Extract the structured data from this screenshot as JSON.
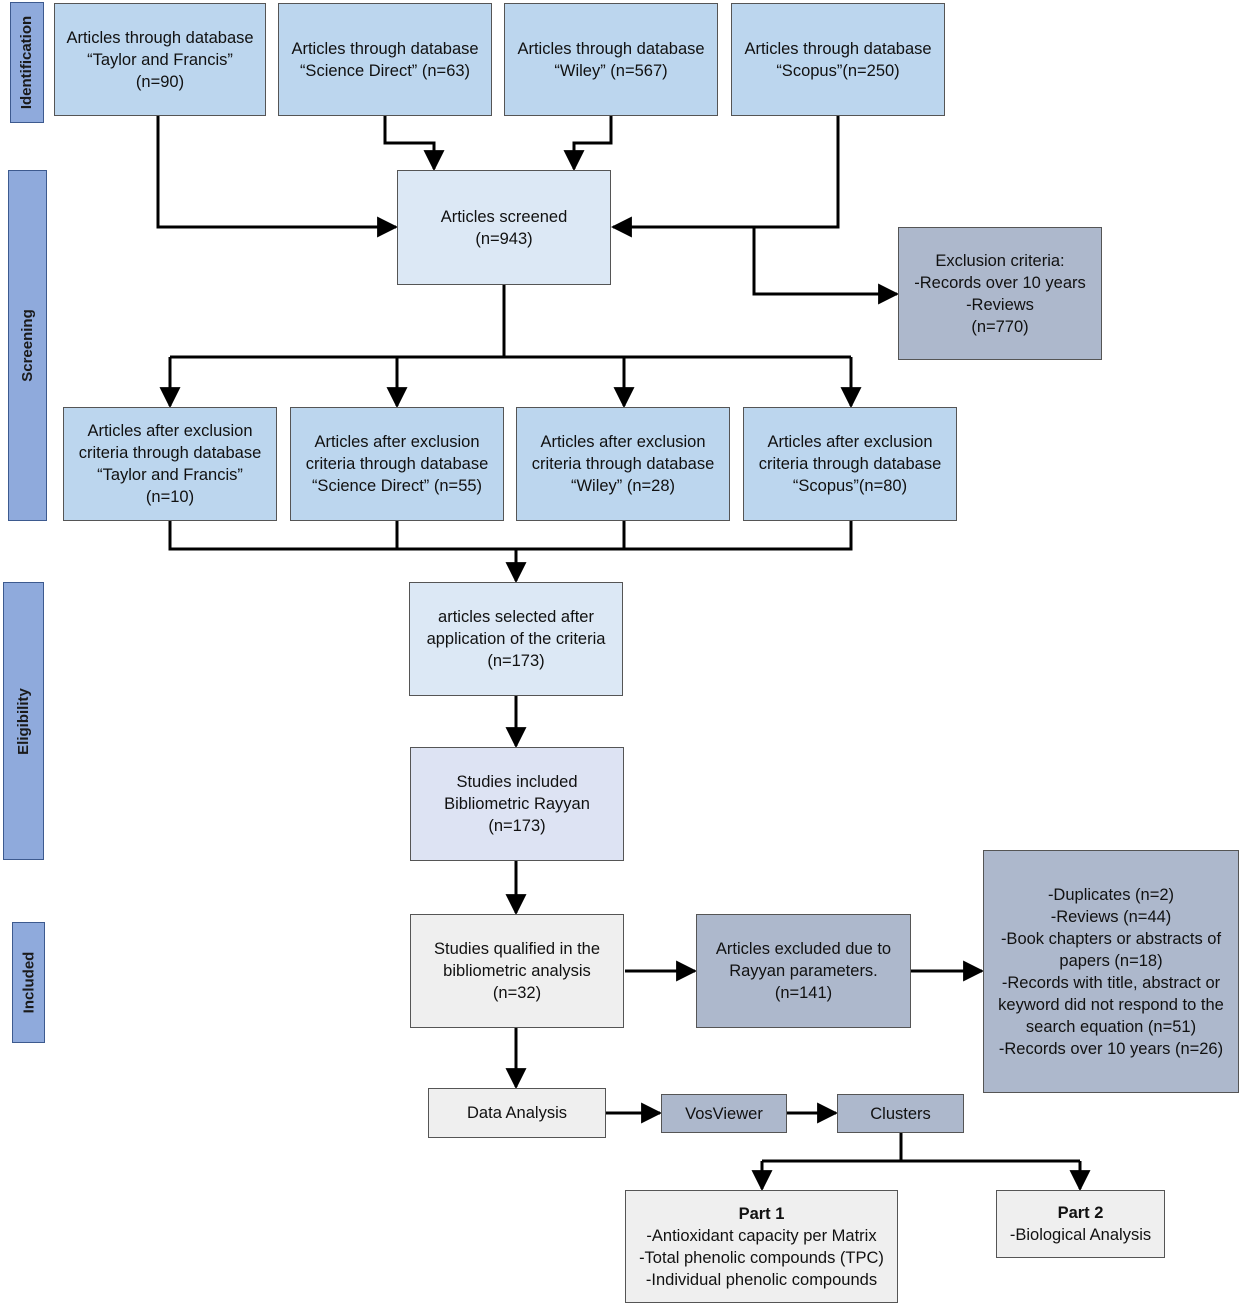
{
  "stages": [
    "Identification",
    "Screening",
    "Eligibility",
    "Included"
  ],
  "identification": [
    {
      "lines": [
        "Articles through database",
        "“Taylor and Francis”",
        "(n=90)"
      ]
    },
    {
      "lines": [
        "Articles through database",
        "“Science Direct” (n=63)"
      ]
    },
    {
      "lines": [
        "Articles through database",
        "“Wiley” (n=567)"
      ]
    },
    {
      "lines": [
        "Articles through database",
        "“Scopus”(n=250)"
      ]
    }
  ],
  "screened": {
    "lines": [
      "Articles screened",
      "(n=943)"
    ]
  },
  "exclusion": {
    "lines": [
      "Exclusion criteria:",
      "-Records over 10 years",
      "-Reviews",
      "(n=770)"
    ]
  },
  "after_exclusion": [
    {
      "lines": [
        "Articles after exclusion",
        "criteria through database",
        "“Taylor and Francis”",
        "(n=10)"
      ]
    },
    {
      "lines": [
        "Articles after exclusion",
        "criteria through database",
        "“Science Direct” (n=55)"
      ]
    },
    {
      "lines": [
        "Articles after exclusion",
        "criteria through database",
        "“Wiley” (n=28)"
      ]
    },
    {
      "lines": [
        "Articles after exclusion",
        "criteria through database",
        "“Scopus”(n=80)"
      ]
    }
  ],
  "selected": {
    "lines": [
      "articles selected after",
      "application of the criteria",
      "(n=173)"
    ]
  },
  "rayyan": {
    "lines": [
      "Studies included",
      "Bibliometric Rayyan",
      "(n=173)"
    ]
  },
  "qualified": {
    "lines": [
      "Studies qualified in the",
      "bibliometric analysis",
      "(n=32)"
    ]
  },
  "excluded_rayyan": {
    "lines": [
      "Articles excluded due to",
      "Rayyan parameters.",
      "(n=141)"
    ]
  },
  "excluded_reasons": {
    "lines": [
      "-Duplicates (n=2)",
      "-Reviews (n=44)",
      "-Book chapters or abstracts of",
      "papers (n=18)",
      "-Records with title, abstract or",
      "keyword did not respond to the",
      "search equation (n=51)",
      "-Records over 10 years (n=26)"
    ]
  },
  "data_analysis": "Data Analysis",
  "vosviewer": "VosViewer",
  "clusters": "Clusters",
  "part1": {
    "title": "Part 1",
    "lines": [
      "-Antioxidant capacity per Matrix",
      "-Total phenolic compounds (TPC)",
      "-Individual phenolic compounds"
    ]
  },
  "part2": {
    "title": "Part 2",
    "lines": [
      "-Biological Analysis"
    ]
  },
  "colors": {
    "stage": "#8faadc",
    "db_box": "#bcd6ee",
    "screened_box": "#dce8f5",
    "exclusion_box": "#adb8cc",
    "rayyan_box": "#dde3f3",
    "neutral_box": "#efefef"
  }
}
